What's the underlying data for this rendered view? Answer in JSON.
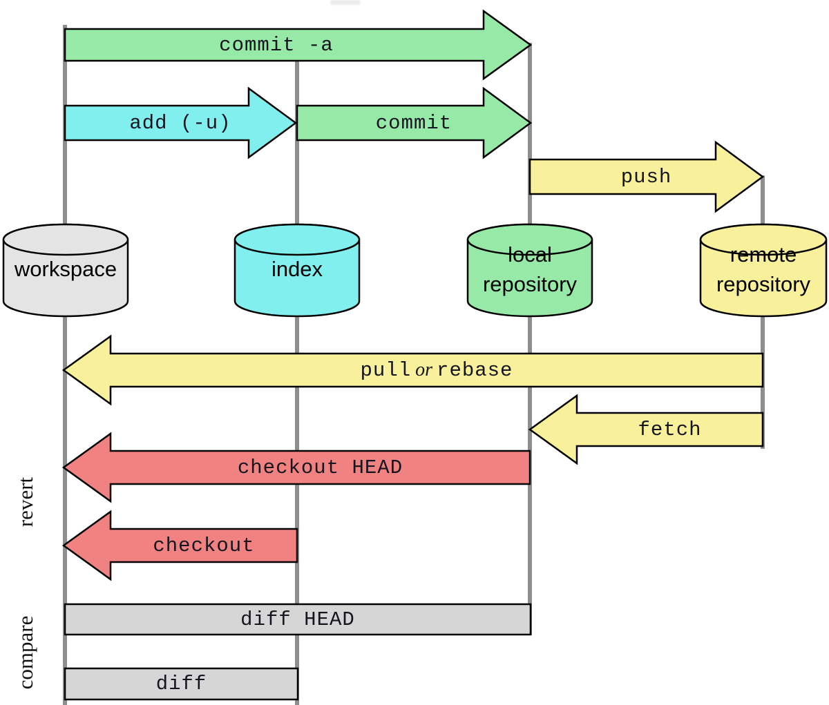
{
  "title": "git data flow diagram",
  "colors": {
    "green": "#97e9a8",
    "cyan": "#80efee",
    "yellow": "#f8f09a",
    "red": "#f18282",
    "bar_gray": "#d6d6d6",
    "cyl_gray": "#e4e4e4",
    "line_gray": "#8e8e8e",
    "border": "#000000"
  },
  "arrows": {
    "commit_a": "commit -a",
    "add": "add (-u)",
    "commit": "commit",
    "push": "push",
    "pull_pre": "pull",
    "pull_or": "or",
    "pull_post": "rebase",
    "fetch": "fetch",
    "checkout_head": "checkout HEAD",
    "checkout": "checkout",
    "diff_head": "diff HEAD",
    "diff": "diff"
  },
  "cylinders": [
    {
      "label": "workspace"
    },
    {
      "label": "index"
    },
    {
      "label": "local repository"
    },
    {
      "label": "remote repository"
    }
  ],
  "side": {
    "revert": "revert",
    "compare": "compare"
  }
}
